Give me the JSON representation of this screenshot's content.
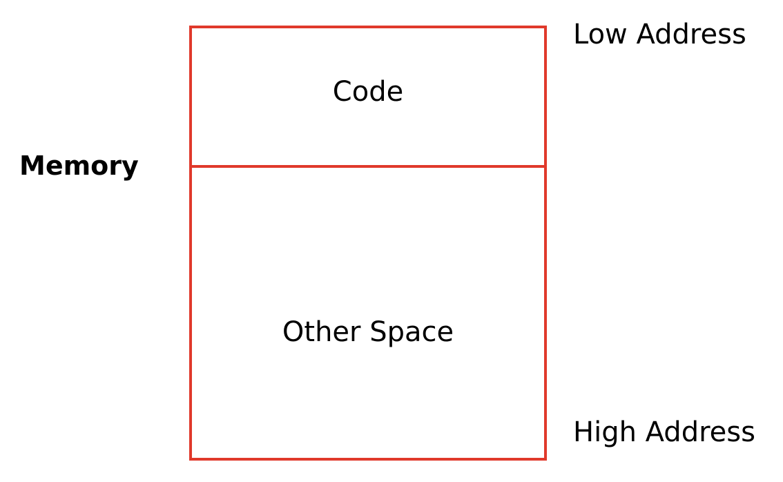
{
  "diagram": {
    "title": "Memory",
    "regions": [
      {
        "label": "Code"
      },
      {
        "label": "Other Space"
      }
    ],
    "top_address_label": "Low Address",
    "bottom_address_label": "High Address",
    "border_color": "#e0392b"
  }
}
